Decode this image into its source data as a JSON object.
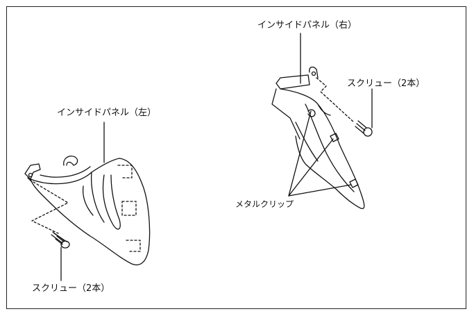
{
  "labels": {
    "inside_panel_right": "インサイドパネル（右）",
    "screw_right": "スクリュー（2本）",
    "inside_panel_left": "インサイドパネル（左）",
    "metal_clip": "メタルクリップ",
    "screw_left": "スクリュー（2本）"
  },
  "colors": {
    "line": "#111111",
    "background": "#ffffff"
  }
}
